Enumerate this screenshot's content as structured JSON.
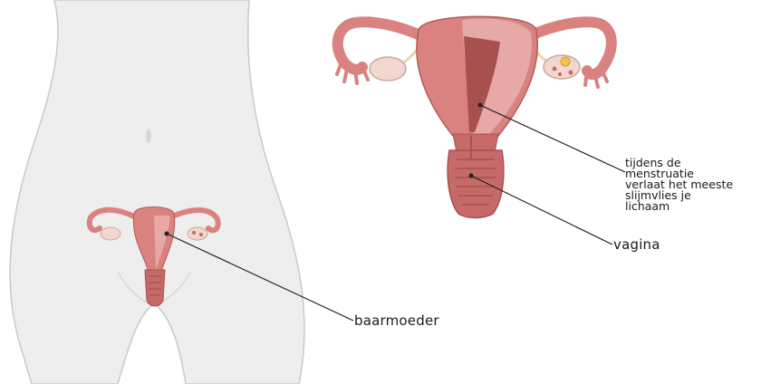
{
  "labels": {
    "menstruation_lines": [
      "tijdens de",
      "menstruatie",
      "verlaat het meeste",
      "slijmvlies je",
      "lichaam"
    ],
    "vagina": "vagina",
    "uterus": "baarmoeder"
  },
  "colors": {
    "body_fill": "#eeeeee",
    "body_outline": "#c9c9c9",
    "uterus_outer": "#d9827f",
    "uterus_inner": "#c56a68",
    "lining": "#a8504f",
    "ovary": "#f1d7cf",
    "tube_thread": "#e9d7a6",
    "leader_line": "#222222"
  },
  "icons": {
    "body_silhouette": "torso-silhouette-icon",
    "small_uterus": "uterus-small-icon",
    "large_uterus": "uterus-large-icon"
  }
}
